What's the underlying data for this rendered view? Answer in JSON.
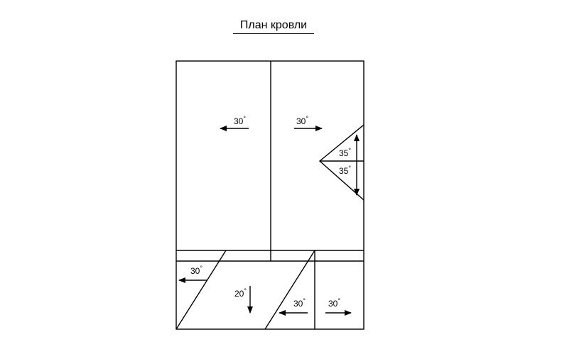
{
  "title": "План кровли",
  "slopes": [
    {
      "id": "left-main",
      "label": "30",
      "degree_sign": "°",
      "direction": "left"
    },
    {
      "id": "right-main",
      "label": "30",
      "degree_sign": "°",
      "direction": "right"
    },
    {
      "id": "notch-upper",
      "label": "35",
      "degree_sign": "°",
      "direction": "up"
    },
    {
      "id": "notch-lower",
      "label": "35",
      "degree_sign": "°",
      "direction": "down"
    },
    {
      "id": "bottom-left",
      "label": "30",
      "degree_sign": "°",
      "direction": "left"
    },
    {
      "id": "bottom-center",
      "label": "20",
      "degree_sign": "°",
      "direction": "down"
    },
    {
      "id": "bottom-mid",
      "label": "30",
      "degree_sign": "°",
      "direction": "left"
    },
    {
      "id": "bottom-right",
      "label": "30",
      "degree_sign": "°",
      "direction": "right"
    }
  ]
}
